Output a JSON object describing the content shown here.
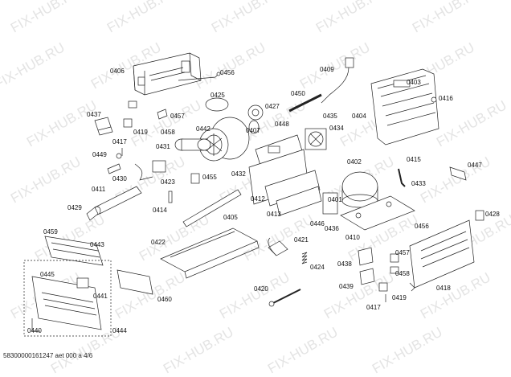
{
  "watermark": {
    "text": "FIX-HUB.RU"
  },
  "footer": {
    "text": "58300000161247 aet 000 a 4/6"
  },
  "part_labels": [
    {
      "id": "0406"
    },
    {
      "id": "0456"
    },
    {
      "id": "0425"
    },
    {
      "id": "0437"
    },
    {
      "id": "0457"
    },
    {
      "id": "0419"
    },
    {
      "id": "0458"
    },
    {
      "id": "0442"
    },
    {
      "id": "0407"
    },
    {
      "id": "0427"
    },
    {
      "id": "0417"
    },
    {
      "id": "0431"
    },
    {
      "id": "0449"
    },
    {
      "id": "0430"
    },
    {
      "id": "0423"
    },
    {
      "id": "0455"
    },
    {
      "id": "0411"
    },
    {
      "id": "0414"
    },
    {
      "id": "0429"
    },
    {
      "id": "0459"
    },
    {
      "id": "0443"
    },
    {
      "id": "0422"
    },
    {
      "id": "0405"
    },
    {
      "id": "0445"
    },
    {
      "id": "0441"
    },
    {
      "id": "0460"
    },
    {
      "id": "0440"
    },
    {
      "id": "0444"
    },
    {
      "id": "0450"
    },
    {
      "id": "0409"
    },
    {
      "id": "0448"
    },
    {
      "id": "0435"
    },
    {
      "id": "0434"
    },
    {
      "id": "0432"
    },
    {
      "id": "0412"
    },
    {
      "id": "0413"
    },
    {
      "id": "0402"
    },
    {
      "id": "0401"
    },
    {
      "id": "0446"
    },
    {
      "id": "0436"
    },
    {
      "id": "0410"
    },
    {
      "id": "0421"
    },
    {
      "id": "0424"
    },
    {
      "id": "0420"
    },
    {
      "id": "0403"
    },
    {
      "id": "0404"
    },
    {
      "id": "0416"
    },
    {
      "id": "0415"
    },
    {
      "id": "0433"
    },
    {
      "id": "0447"
    },
    {
      "id": "0456"
    },
    {
      "id": "0428"
    },
    {
      "id": "0438"
    },
    {
      "id": "0457"
    },
    {
      "id": "0458"
    },
    {
      "id": "0439"
    },
    {
      "id": "0418"
    },
    {
      "id": "0417"
    },
    {
      "id": "0419"
    }
  ]
}
